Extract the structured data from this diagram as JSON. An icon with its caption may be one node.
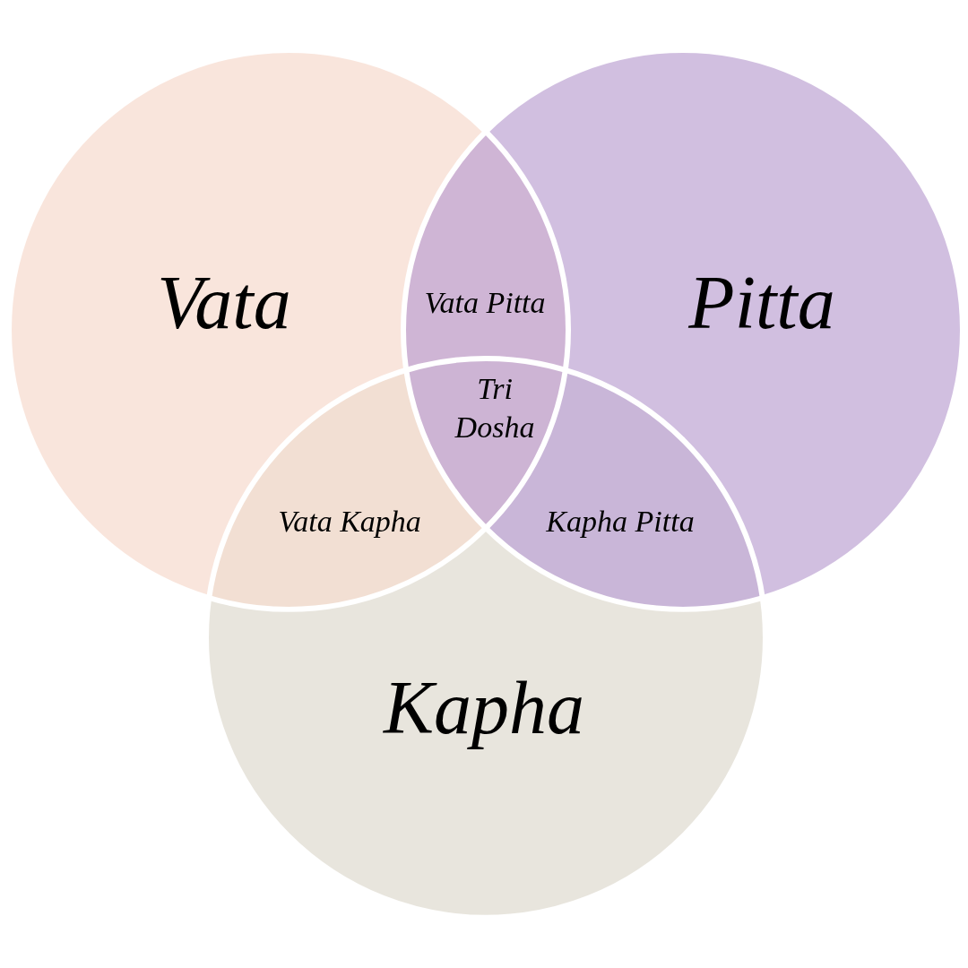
{
  "diagram": {
    "nodes": [
      {
        "text": [
          "Vata"
        ]
      },
      {
        "text": [
          "Pitta"
        ]
      },
      {
        "text": [
          "Kapha"
        ]
      }
    ],
    "labels": [
      "Vata Pitta",
      "Tri Dosha",
      "Vata Kapha",
      "Kapha Pitta"
    ]
  }
}
